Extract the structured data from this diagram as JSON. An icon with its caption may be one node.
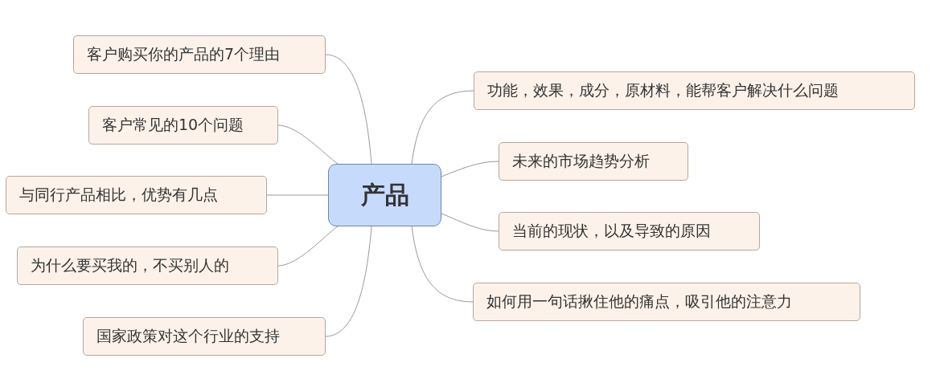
{
  "diagram": {
    "nodes": [
      {
        "text": [
          "产品"
        ]
      },
      {
        "text": [
          "客户购买你的产品的7个理由"
        ]
      },
      {
        "text": [
          "客户常见的10个问题"
        ]
      },
      {
        "text": [
          "与同行产品相比，优势有几点"
        ]
      },
      {
        "text": [
          "为什么要买我的，不买别人的"
        ]
      },
      {
        "text": [
          "国家政策对这个行业的支持"
        ]
      },
      {
        "text": [
          "功能，效果，成分，原材料，能帮客户解决什么问题"
        ]
      },
      {
        "text": [
          "未来的市场趋势分析"
        ]
      },
      {
        "text": [
          "当前的现状，以及导致的原因"
        ]
      },
      {
        "text": [
          "如何用一句话揪住他的痛点，吸引他的注意力"
        ]
      }
    ],
    "edges": [
      {
        "from": 0,
        "to": 1,
        "arrow": "none"
      },
      {
        "from": 0,
        "to": 2,
        "arrow": "none"
      },
      {
        "from": 0,
        "to": 3,
        "arrow": "none"
      },
      {
        "from": 0,
        "to": 4,
        "arrow": "none"
      },
      {
        "from": 0,
        "to": 5,
        "arrow": "none"
      },
      {
        "from": 0,
        "to": 6,
        "arrow": "none"
      },
      {
        "from": 0,
        "to": 7,
        "arrow": "none"
      },
      {
        "from": 0,
        "to": 8,
        "arrow": "none"
      },
      {
        "from": 0,
        "to": 9,
        "arrow": "none"
      }
    ]
  }
}
